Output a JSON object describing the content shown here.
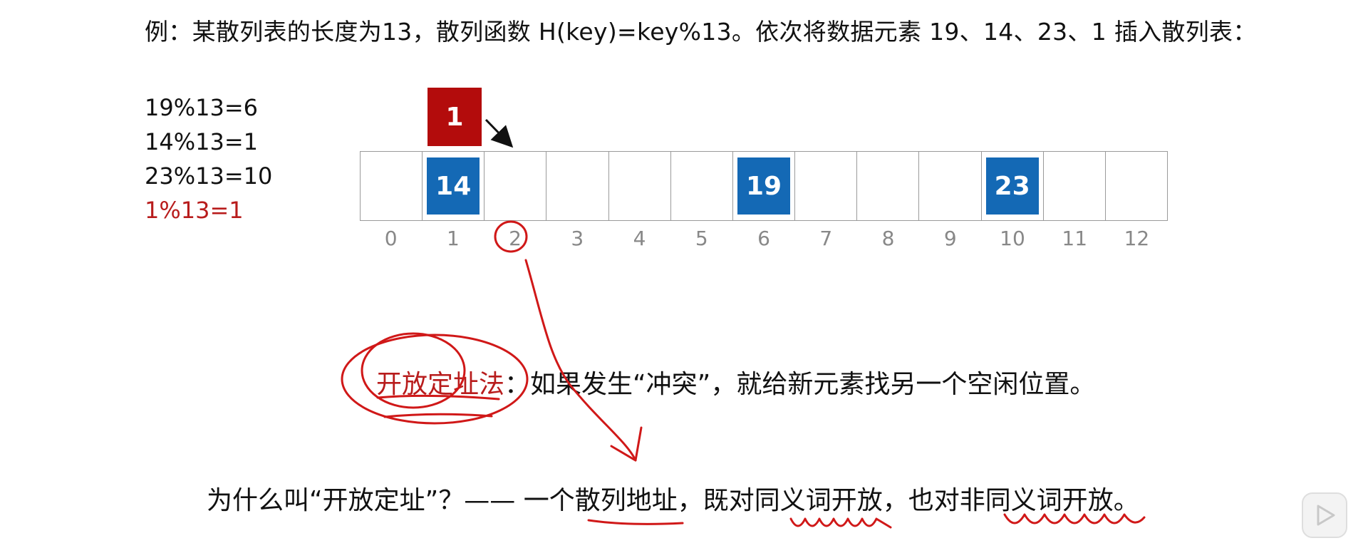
{
  "title": "例：某散列表的长度为13，散列函数 H(key)=key%13。依次将数据元素 19、14、23、1 插入散列表：",
  "calculations": [
    "19%13=6",
    "14%13=1",
    "23%13=10",
    "1%13=1"
  ],
  "new_element": "1",
  "table": {
    "indices": [
      "0",
      "1",
      "2",
      "3",
      "4",
      "5",
      "6",
      "7",
      "8",
      "9",
      "10",
      "11",
      "12"
    ],
    "cells": [
      "",
      "14",
      "",
      "",
      "",
      "",
      "19",
      "",
      "",
      "",
      "23",
      "",
      ""
    ]
  },
  "method": {
    "term": "开放定址法",
    "description": "：如果发生“冲突”，就给新元素找另一个空闲位置。"
  },
  "question": "为什么叫“开放定址”？—— 一个散列地址，既对同义词开放，也对非同义词开放。",
  "colors": {
    "accent_blue": "#1469b5",
    "accent_red": "#b30c0c",
    "annotation_red": "#d01818"
  },
  "icons": [
    "arrow-icon",
    "play-icon"
  ]
}
